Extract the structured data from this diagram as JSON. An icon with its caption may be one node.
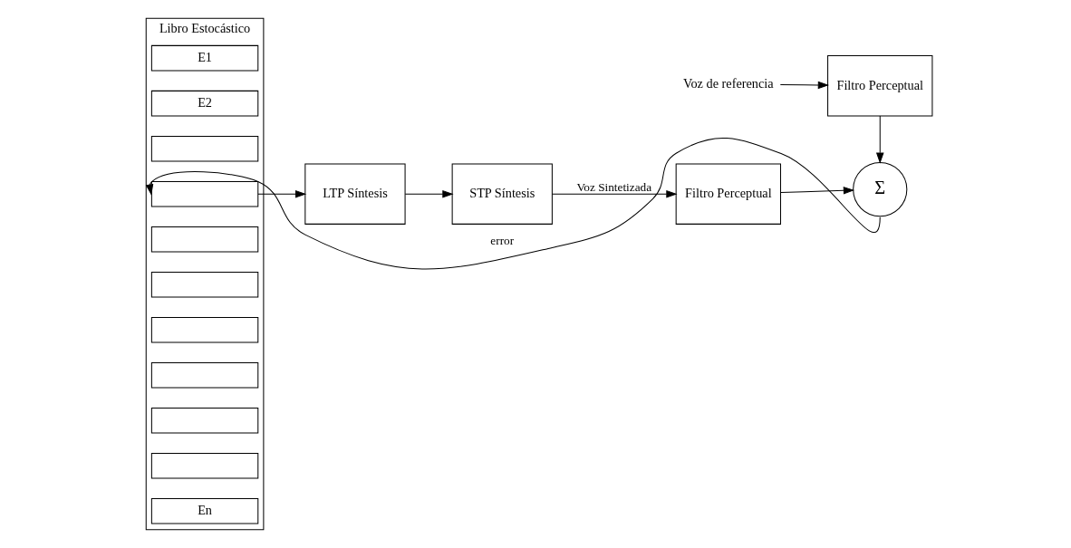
{
  "diagram": {
    "nodes": [
      {
        "text": [
          "Libro Estocástico"
        ]
      },
      {
        "text": [
          "E1"
        ],
        "in": 0
      },
      {
        "text": [
          "E2"
        ],
        "in": 0
      },
      {
        "text": [],
        "shape": "box",
        "in": 0
      },
      {
        "text": [],
        "shape": "box",
        "in": 0
      },
      {
        "text": [],
        "shape": "box",
        "in": 0
      },
      {
        "text": [],
        "shape": "box",
        "in": 0
      },
      {
        "text": [],
        "shape": "box",
        "in": 0
      },
      {
        "text": [],
        "shape": "box",
        "in": 0
      },
      {
        "text": [],
        "shape": "box",
        "in": 0
      },
      {
        "text": [],
        "shape": "box",
        "in": 0
      },
      {
        "text": [
          "En"
        ],
        "in": 0
      },
      {
        "text": [
          "LTP Síntesis"
        ]
      },
      {
        "text": [
          "STP Síntesis"
        ]
      },
      {
        "text": [
          "Filtro Perceptual"
        ]
      },
      {
        "text": [
          "Σ"
        ]
      },
      {
        "text": [
          "Filtro Perceptual"
        ]
      },
      {
        "text": [
          "Voz de referencia"
        ]
      }
    ],
    "edges": [
      {
        "from": 4,
        "to": 12,
        "arrow": "to"
      },
      {
        "from": 12,
        "to": 13,
        "arrow": "to"
      },
      {
        "from": 13,
        "to": 14,
        "arrow": "to",
        "label": "Voz Sintetizada"
      },
      {
        "from": 14,
        "to": 15,
        "arrow": "to"
      },
      {
        "from": 16,
        "to": 15,
        "arrow": "to"
      },
      {
        "from": 17,
        "to": 16,
        "arrow": "to"
      },
      {
        "from": 15,
        "to": 4,
        "arrow": "to",
        "label": "error"
      }
    ]
  }
}
